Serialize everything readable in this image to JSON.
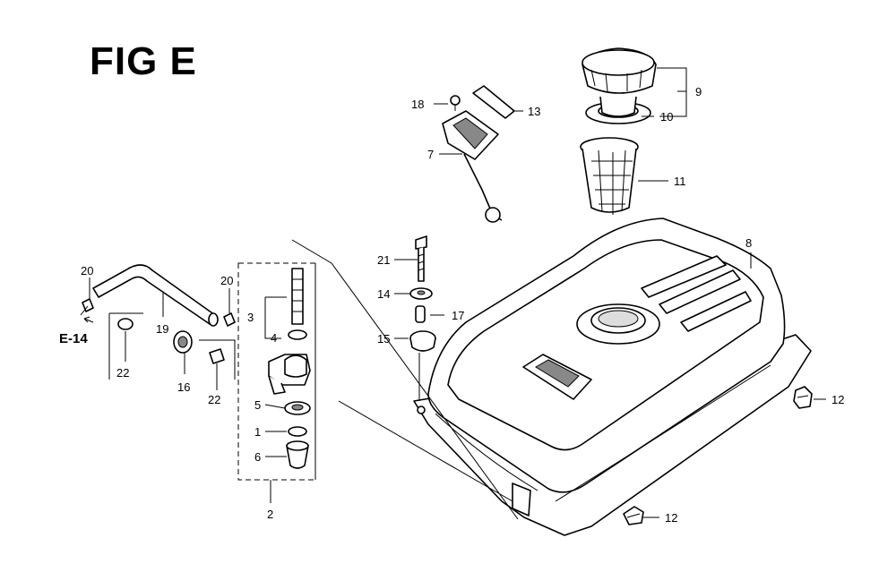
{
  "figure": {
    "title": "FIG E"
  },
  "ref": {
    "label": "E-14"
  },
  "callouts": {
    "c1": "1",
    "c2": "2",
    "c3": "3",
    "c4": "4",
    "c5": "5",
    "c6": "6",
    "c7": "7",
    "c8": "8",
    "c9": "9",
    "c10": "10",
    "c11": "11",
    "c12a": "12",
    "c12b": "12",
    "c13": "13",
    "c14": "14",
    "c15": "15",
    "c16": "16",
    "c17": "17",
    "c18": "18",
    "c19": "19",
    "c20a": "20",
    "c20b": "20",
    "c21": "21",
    "c22a": "22",
    "c22b": "22"
  }
}
